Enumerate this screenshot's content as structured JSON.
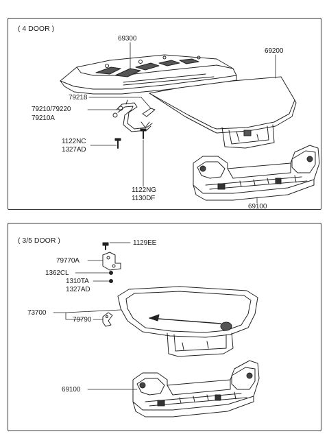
{
  "panels": {
    "top": {
      "header": "( 4 DOOR )",
      "labels": {
        "p69300": "69300",
        "p69200": "69200",
        "p79218": "79218",
        "p79210_79220": "79210/79220",
        "p79210a": "79210A",
        "p1122nc": "1122NC",
        "p1327ad": "1327AD",
        "p1122ng": "1122NG",
        "p1130df": "1130DF",
        "p69100": "69100"
      }
    },
    "bottom": {
      "header": "( 3/5 DOOR )",
      "labels": {
        "p1129ee": "1129EE",
        "p79770a": "79770A",
        "p1362cl": "1362CL",
        "p1310ta": "1310TA",
        "p1327ad": "1327AD",
        "p73700": "73700",
        "p79790": "79790",
        "p69100": "69100"
      }
    }
  }
}
